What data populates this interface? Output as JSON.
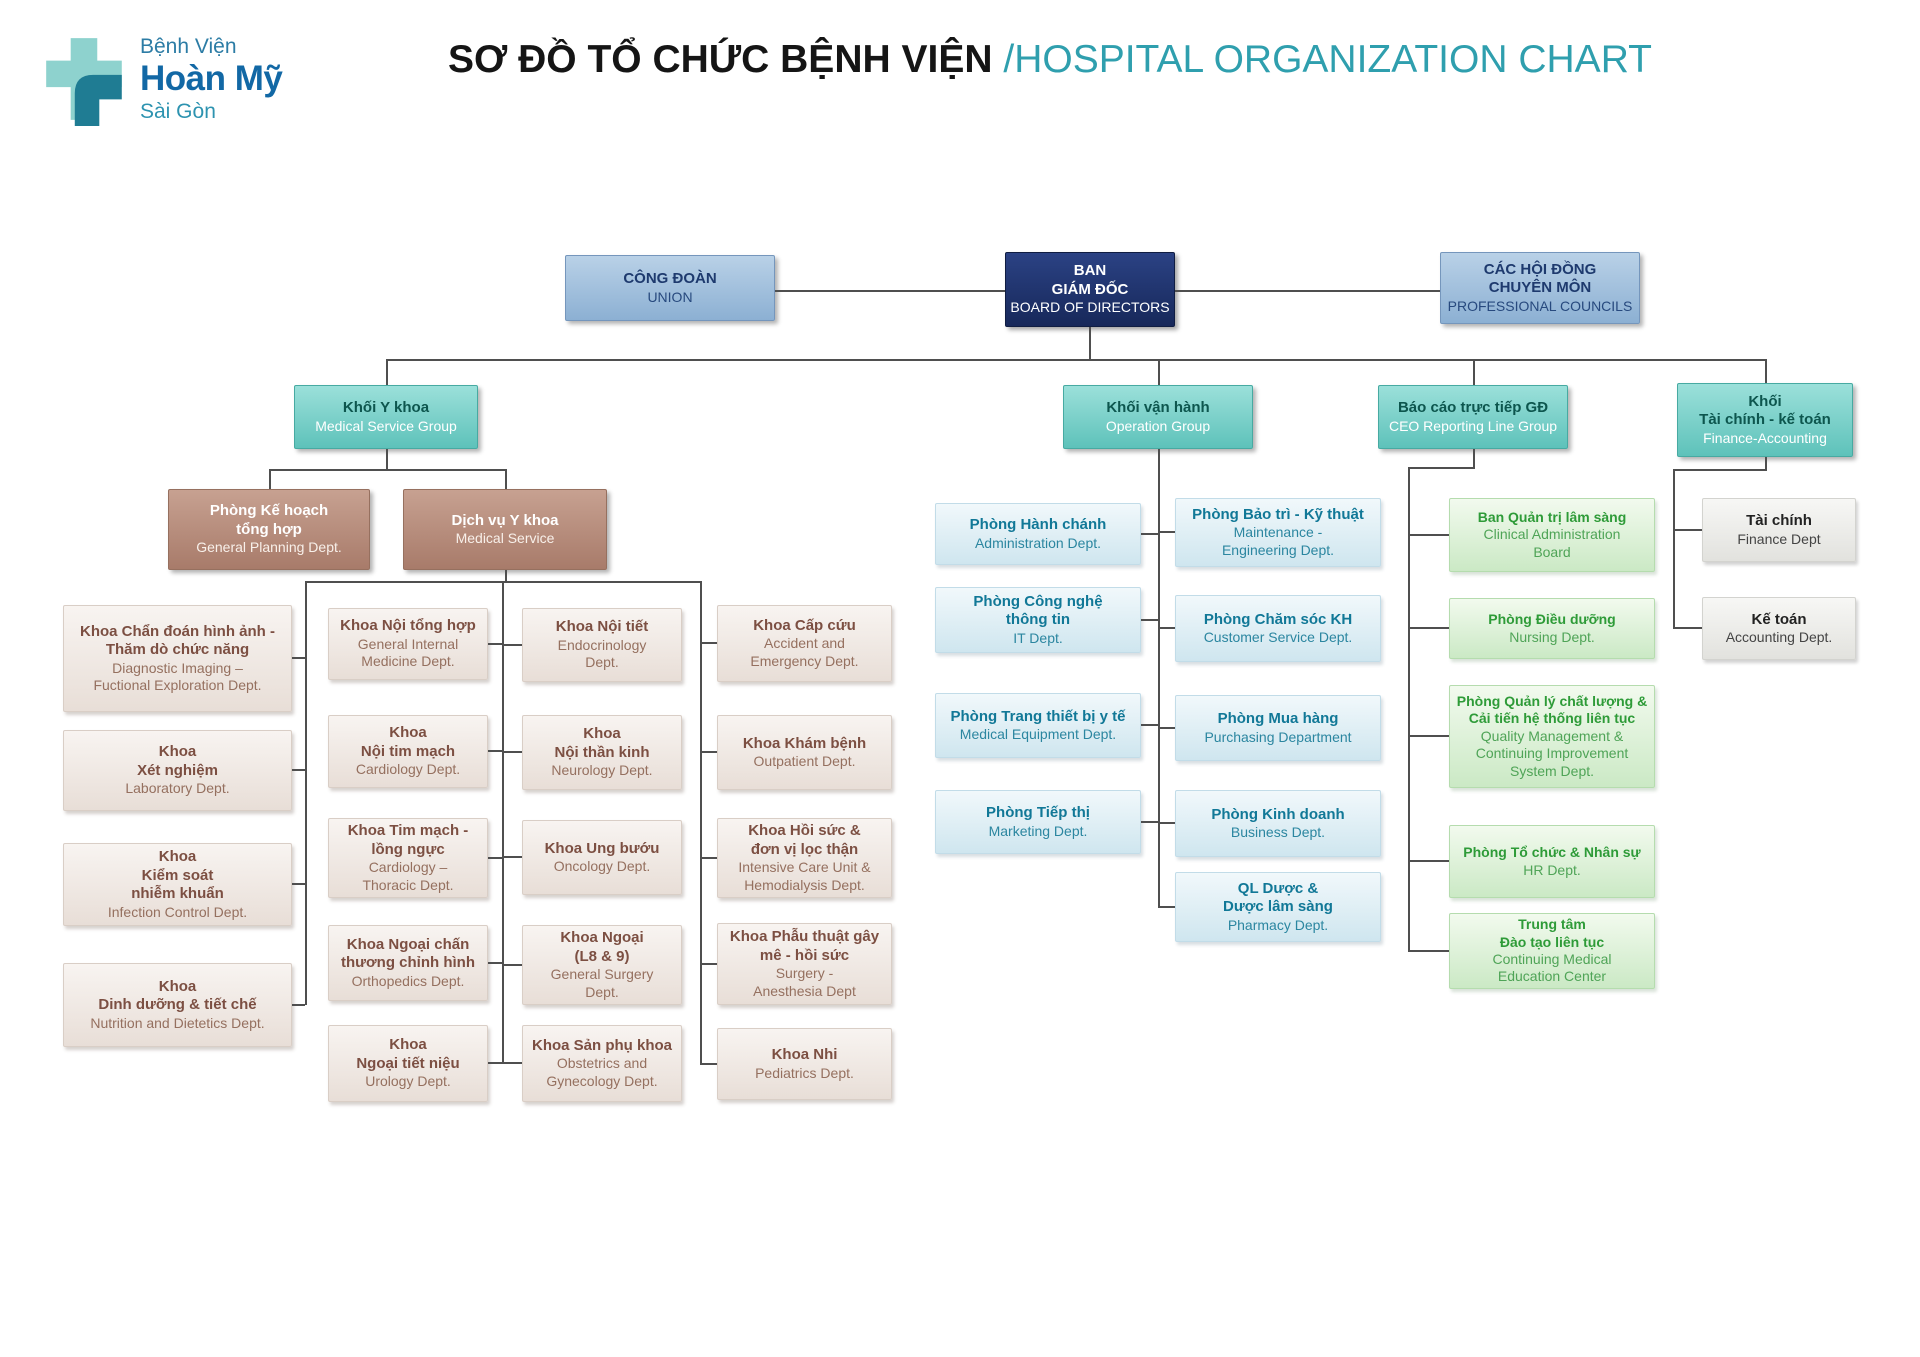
{
  "header": {
    "logo_top": "Bệnh Viện",
    "logo_name": "Hoàn Mỹ",
    "logo_bottom": "Sài Gòn",
    "title_vn": "SƠ ĐỒ TỔ CHỨC BỆNH VIỆN ",
    "title_en": "/HOSPITAL ORGANIZATION CHART"
  },
  "colors": {
    "title_accent": "#2f9fae",
    "navy_box": "#1b2e63",
    "light_blue_box": "#9fbddc",
    "teal_group_box": "#6cc8c0",
    "brown_box": "#b78974",
    "dept_text_brown": "#7d4e42",
    "ops_text_teal": "#147a99",
    "green_text": "#2f9e38",
    "connector_line": "#4f4f4f"
  },
  "level1": {
    "union": {
      "vn": "CÔNG ĐOÀN",
      "en": "UNION"
    },
    "board": {
      "vn": "BAN\nGIÁM ĐỐC",
      "en": "BOARD OF DIRECTORS"
    },
    "councils": {
      "vn": "CÁC HỘI ĐỒNG\nCHUYÊN MÔN",
      "en": "PROFESSIONAL COUNCILS"
    }
  },
  "level2": {
    "medical_group": {
      "vn": "Khối Y khoa",
      "en": "Medical Service Group"
    },
    "operation_group": {
      "vn": "Khối vận hành",
      "en": "Operation Group"
    },
    "ceo_group": {
      "vn": "Báo cáo trực tiếp GĐ",
      "en": "CEO Reporting Line Group"
    },
    "finance_group": {
      "vn": "Khối\nTài chính - kế toán",
      "en": "Finance-Accounting"
    }
  },
  "medical": {
    "planning": {
      "vn": "Phòng Kế hoạch\ntổng hợp",
      "en": "General Planning Dept."
    },
    "service": {
      "vn": "Dịch vụ Y khoa",
      "en": "Medical Service"
    },
    "col1": [
      {
        "vn": "Khoa Chẩn đoán hình ảnh -\nThăm dò chức năng",
        "en": "Diagnostic Imaging –\nFuctional Exploration Dept."
      },
      {
        "vn": "Khoa\nXét nghiệm",
        "en": "Laboratory Dept."
      },
      {
        "vn": "Khoa\nKiểm soát\nnhiễm khuẩn",
        "en": "Infection Control Dept."
      },
      {
        "vn": "Khoa\nDinh dưỡng & tiết chế",
        "en": "Nutrition and Dietetics Dept."
      }
    ],
    "col2": [
      {
        "vn": "Khoa Nội tổng hợp",
        "en": "General Internal\nMedicine Dept."
      },
      {
        "vn": "Khoa\nNội tim mạch",
        "en": "Cardiology Dept."
      },
      {
        "vn": "Khoa Tim mạch -\nlồng ngực",
        "en": "Cardiology –\nThoracic Dept."
      },
      {
        "vn": "Khoa Ngoại chấn\nthương chỉnh hình",
        "en": "Orthopedics Dept."
      },
      {
        "vn": "Khoa\nNgoại tiết niệu",
        "en": "Urology Dept."
      }
    ],
    "col3": [
      {
        "vn": "Khoa Nội tiết",
        "en": "Endocrinology\nDept."
      },
      {
        "vn": "Khoa\nNội thần kinh",
        "en": "Neurology Dept."
      },
      {
        "vn": "Khoa Ung bướu",
        "en": "Oncology Dept."
      },
      {
        "vn": "Khoa Ngoại\n(L8 & 9)",
        "en": "General Surgery\nDept."
      },
      {
        "vn": "Khoa Sản phụ khoa",
        "en": "Obstetrics and\nGynecology Dept."
      }
    ],
    "col4": [
      {
        "vn": "Khoa Cấp cứu",
        "en": "Accident and\nEmergency Dept."
      },
      {
        "vn": "Khoa Khám bệnh",
        "en": "Outpatient Dept."
      },
      {
        "vn": "Khoa Hồi sức &\nđơn vị lọc thận",
        "en": "Intensive Care Unit &\nHemodialysis Dept."
      },
      {
        "vn": "Khoa Phẫu thuật gây\nmê - hồi sức",
        "en": "Surgery -\nAnesthesia Dept"
      },
      {
        "vn": "Khoa Nhi",
        "en": "Pediatrics Dept."
      }
    ]
  },
  "operation": {
    "colA": [
      {
        "vn": "Phòng Hành chánh",
        "en": "Administration Dept."
      },
      {
        "vn": "Phòng Công nghệ\nthông tin",
        "en": "IT Dept."
      },
      {
        "vn": "Phòng Trang thiết bị y tế",
        "en": "Medical Equipment Dept."
      },
      {
        "vn": "Phòng Tiếp thị",
        "en": "Marketing Dept."
      }
    ],
    "colB": [
      {
        "vn": "Phòng Bảo trì - Kỹ thuật",
        "en": "Maintenance -\nEngineering Dept."
      },
      {
        "vn": "Phòng Chăm sóc KH",
        "en": "Customer Service Dept."
      },
      {
        "vn": "Phòng Mua hàng",
        "en": "Purchasing Department"
      },
      {
        "vn": "Phòng Kinh doanh",
        "en": "Business Dept."
      },
      {
        "vn": "QL Dược &\nDược lâm sàng",
        "en": "Pharmacy Dept."
      }
    ]
  },
  "ceo": [
    {
      "vn": "Ban Quản trị lâm sàng",
      "en": "Clinical Administration\nBoard"
    },
    {
      "vn": "Phòng Điều dưỡng",
      "en": "Nursing Dept."
    },
    {
      "vn": "Phòng Quản lý chất lượng &\nCải tiến hệ thống liên tục",
      "en": "Quality Management &\nContinuing Improvement\nSystem Dept."
    },
    {
      "vn": "Phòng Tổ chức & Nhân sự",
      "en": "HR Dept."
    },
    {
      "vn": "Trung tâm\nĐào tạo liên tục",
      "en": "Continuing Medical\nEducation Center"
    }
  ],
  "finance": [
    {
      "vn": "Tài chính",
      "en": "Finance Dept"
    },
    {
      "vn": "Kế toán",
      "en": "Accounting Dept."
    }
  ]
}
